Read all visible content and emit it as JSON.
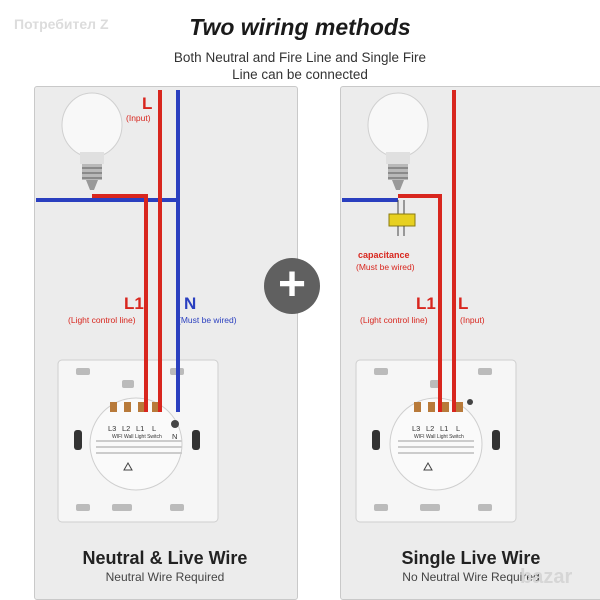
{
  "header": {
    "title": "Two wiring methods",
    "subtitle_line1": "Both Neutral and Fire Line and Single Fire",
    "subtitle_line2": "Line can be connected"
  },
  "watermark": {
    "top_left": "Потребител Z",
    "bottom_right": "bazar"
  },
  "left_panel": {
    "l_label": "L",
    "l_note": "(Input)",
    "l1_label": "L1",
    "l1_note": "(Light control line)",
    "n_label": "N",
    "n_note": "(Must be wired)",
    "terminals": [
      "L3",
      "L2",
      "L1",
      "L"
    ],
    "terminal_n": "N",
    "switch_name": "WIFI Wall Light Switch",
    "footer_title": "Neutral & Live Wire",
    "footer_subtitle": "Neutral Wire Required"
  },
  "right_panel": {
    "capacitance_label": "capacitance",
    "capacitance_note": "(Must be wired)",
    "l1_label": "L1",
    "l1_note": "(Light control line)",
    "l_label": "L",
    "l_note": "(Input)",
    "terminals": [
      "L3",
      "L2",
      "L1",
      "L"
    ],
    "switch_name": "WIFI Wall Light Switch",
    "footer_title": "Single Live Wire",
    "footer_subtitle": "No Neutral Wire Required"
  },
  "colors": {
    "live_wire": "#d8261e",
    "neutral_wire": "#2a3fbf",
    "panel": "#ececec",
    "plus_button": "#606060"
  }
}
